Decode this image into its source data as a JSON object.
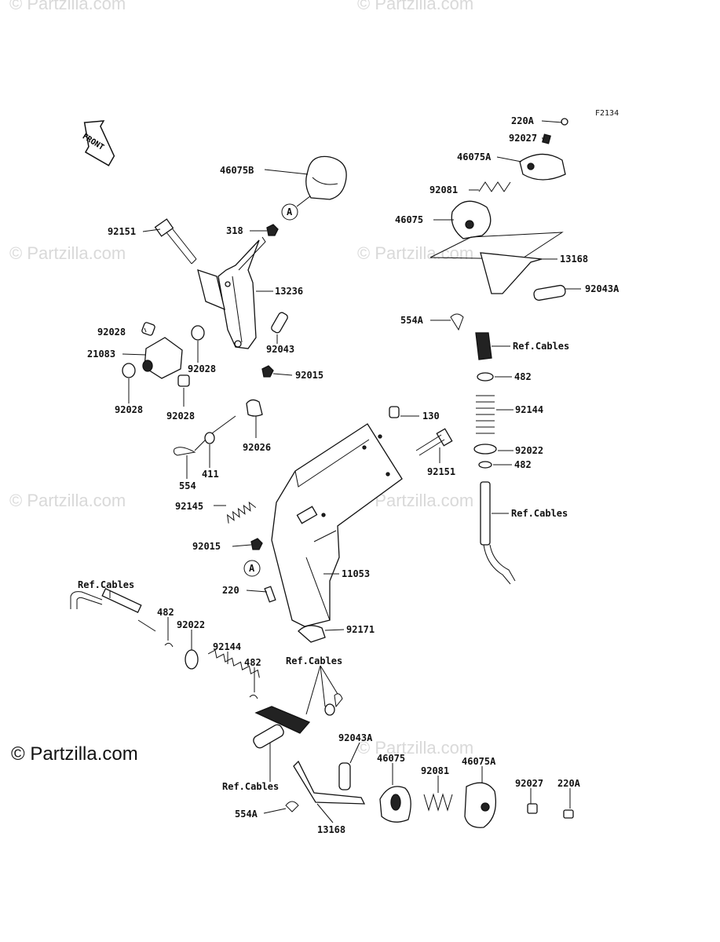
{
  "diagram_code": "F2134",
  "front_label": "FRONT",
  "watermark": "© Partzilla.com",
  "callout_letter": "A",
  "labels": {
    "p46075B": "46075B",
    "p318": "318",
    "p92151_top": "92151",
    "p13236": "13236",
    "p92028_a": "92028",
    "p21083": "21083",
    "p92028_b": "92028",
    "p92043": "92043",
    "p92015_a": "92015",
    "p92028_c": "92028",
    "p92028_d": "92028",
    "p92026": "92026",
    "p554": "554",
    "p411": "411",
    "p92145": "92145",
    "p92015_b": "92015",
    "p220": "220",
    "p11053": "11053",
    "p92171": "92171",
    "p130": "130",
    "p92151_mid": "92151",
    "p220A_top": "220A",
    "p92027_top": "92027",
    "p46075A_top": "46075A",
    "p92081_top": "92081",
    "p46075_top": "46075",
    "p13168_top": "13168",
    "p92043A_top": "92043A",
    "p554A_top": "554A",
    "ref_cables_1": "Ref.Cables",
    "p482_a": "482",
    "p92144_a": "92144",
    "p92022_a": "92022",
    "p482_b": "482",
    "ref_cables_2": "Ref.Cables",
    "ref_cables_3": "Ref.Cables",
    "p482_c": "482",
    "p92022_b": "92022",
    "p92144_b": "92144",
    "p482_d": "482",
    "ref_cables_4": "Ref.Cables",
    "p92043A_bot": "92043A",
    "p46075_bot": "46075",
    "p92081_bot": "92081",
    "p46075A_bot": "46075A",
    "p92027_bot": "92027",
    "p220A_bot": "220A",
    "ref_cables_5": "Ref.Cables",
    "p554A_bot": "554A",
    "p13168_bot": "13168"
  }
}
